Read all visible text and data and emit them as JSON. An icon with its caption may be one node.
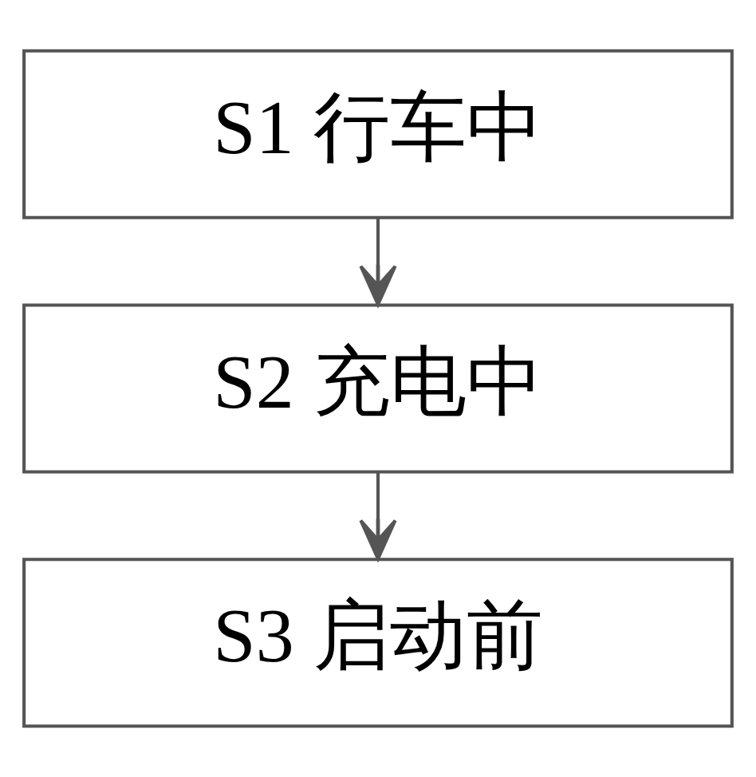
{
  "diagram": {
    "nodes": [
      {
        "text": [
          "S1 行车中"
        ]
      },
      {
        "text": [
          "S2 充电中"
        ]
      },
      {
        "text": [
          "S3 启动前"
        ]
      }
    ],
    "edges": [
      {
        "from": 0,
        "to": 1,
        "arrow": "to"
      },
      {
        "from": 1,
        "to": 2,
        "arrow": "to"
      }
    ]
  }
}
